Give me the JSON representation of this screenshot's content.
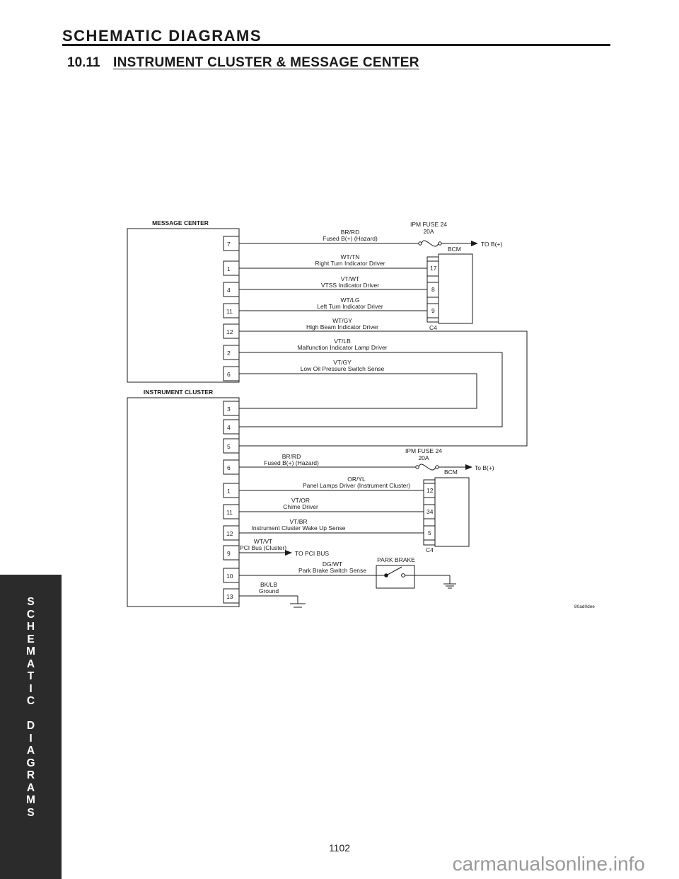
{
  "header": {
    "title": "SCHEMATIC DIAGRAMS",
    "section_number": "10.11",
    "section_title": "INSTRUMENT CLUSTER & MESSAGE CENTER"
  },
  "side_tab": {
    "letters": [
      "S",
      "C",
      "H",
      "E",
      "M",
      "A",
      "T",
      "I",
      "C",
      "",
      "D",
      "I",
      "A",
      "G",
      "R",
      "A",
      "M",
      "S"
    ]
  },
  "page_number": "1102",
  "watermark": "carmanualsonline.info",
  "diagram": {
    "message_center": {
      "label": "MESSAGE CENTER",
      "pins": [
        "7",
        "1",
        "4",
        "11",
        "12",
        "2",
        "6"
      ]
    },
    "instrument_cluster": {
      "label": "INSTRUMENT CLUSTER",
      "pins": [
        "3",
        "4",
        "5",
        "6",
        "1",
        "11",
        "12",
        "9",
        "10",
        "13"
      ]
    },
    "top_fuse": {
      "label_line1": "IPM FUSE 24",
      "label_line2": "20A",
      "destination": "TO B(+)"
    },
    "bottom_fuse": {
      "label_line1": "IPM FUSE 24",
      "label_line2": "20A",
      "destination": "To B(+)"
    },
    "top_bcm": {
      "label": "BCM",
      "pins": [
        "17",
        "8",
        "9"
      ],
      "connector": "C4"
    },
    "bottom_bcm": {
      "label": "BCM",
      "pins": [
        "12",
        "34",
        "5"
      ],
      "connector": "C4"
    },
    "mc_wires": [
      {
        "color": "BR/RD",
        "name": "Fused B(+) (Hazard)"
      },
      {
        "color": "WT/TN",
        "name": "Right Turn Indicator Driver"
      },
      {
        "color": "VT/WT",
        "name": "VTSS Indicator Driver"
      },
      {
        "color": "WT/LG",
        "name": "Left Turn Indicator Driver"
      },
      {
        "color": "WT/GY",
        "name": "High Beam Indicator Driver"
      },
      {
        "color": "VT/LB",
        "name": "Malfunction Indicator Lamp Driver"
      },
      {
        "color": "VT/GY",
        "name": "Low Oil Pressure Switch Sense"
      }
    ],
    "ic_wires": [
      {
        "color": "BR/RD",
        "name": "Fused B(+) (Hazard)"
      },
      {
        "color": "OR/YL",
        "name": "Panel Lamps Driver (Instrument Cluster)"
      },
      {
        "color": "VT/OR",
        "name": "Chime Driver"
      },
      {
        "color": "VT/BR",
        "name": "Instrument Cluster Wake Up Sense"
      },
      {
        "color": "WT/VT",
        "name": "PCI Bus (Cluster)"
      },
      {
        "color": "DG/WT",
        "name": "Park Brake Switch Sense"
      },
      {
        "color": "BK/LB",
        "name": "Ground"
      }
    ],
    "pci_destination": "TO PCI BUS",
    "park_brake_label": "PARK BRAKE",
    "figure_code": "80ad0dee"
  }
}
